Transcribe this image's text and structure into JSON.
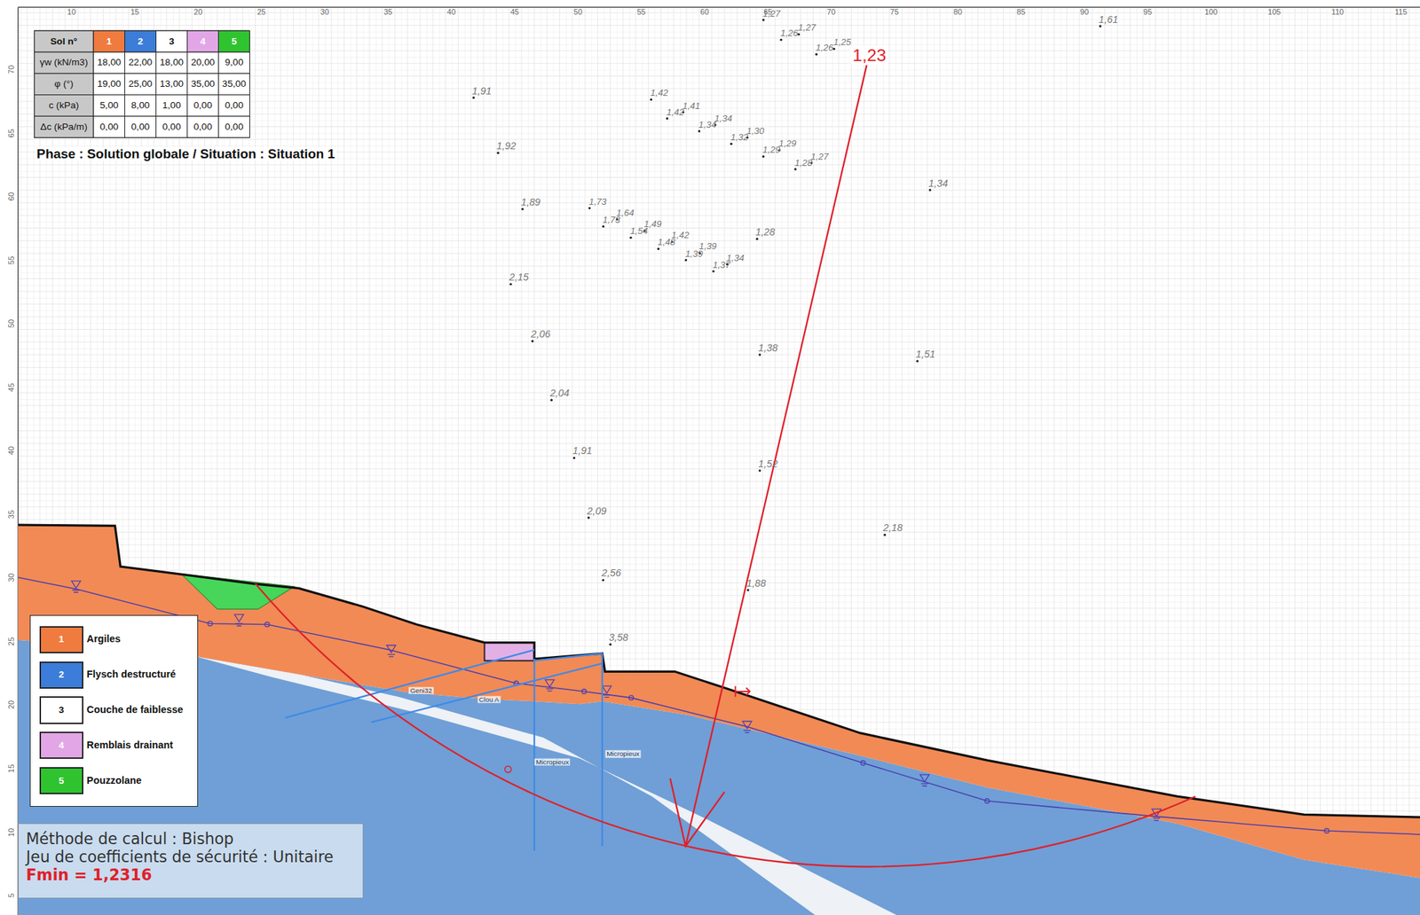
{
  "diagram": {
    "nodes": [
      {
        "text": [
          "Méthode de calcul : Bishop",
          "Jeu de coefficients de sécurité : Unitaire",
          "Fmin = 1,2316"
        ]
      }
    ],
    "labels": [
      "Phase : Solution globale / Situation : Situation 1",
      "Sol n°",
      "1",
      "2",
      "3",
      "4",
      "5",
      "γw (kN/m3)",
      "18,00",
      "22,00",
      "18,00",
      "20,00",
      "9,00",
      "φ (°)",
      "19,00",
      "25,00",
      "13,00",
      "35,00",
      "35,00",
      "c (kPa)",
      "5,00",
      "8,00",
      "1,00",
      "0,00",
      "0,00",
      "Δc (kPa/m)",
      "0,00",
      "0,00",
      "0,00",
      "0,00",
      "0,00",
      "10",
      "15",
      "20",
      "25",
      "30",
      "35",
      "40",
      "45",
      "50",
      "55",
      "60",
      "65",
      "70",
      "75",
      "80",
      "85",
      "90",
      "95",
      "100",
      "105",
      "110",
      "115",
      "70",
      "65",
      "60",
      "55",
      "50",
      "45",
      "40",
      "35",
      "30",
      "25",
      "20",
      "15",
      "10",
      "5",
      "1,91",
      "1,92",
      "1,89",
      "2,15",
      "2,06",
      "2,04",
      "1,91",
      "2,09",
      "2,56",
      "3,58",
      "1,28",
      "1,38",
      "1,52",
      "1,88",
      "2,18",
      "1,51",
      "1,34",
      "1,61",
      "1,42",
      "1,42",
      "1,41",
      "1,34",
      "1,34",
      "1,32",
      "1,30",
      "1,29",
      "1,29",
      "1,28",
      "1,27",
      "1,73",
      "1,73",
      "1,64",
      "1,54",
      "1,49",
      "1,48",
      "1,42",
      "1,39",
      "1,39",
      "1,37",
      "1,34",
      "1,27",
      "1,26",
      "1,27",
      "1,26",
      "1,25",
      "1,23",
      "Geni32",
      "Clou A",
      "Micropieux",
      "Micropieux",
      "1",
      "2",
      "3",
      "4",
      "5"
    ],
    "legend": [
      {
        "text": "Argiles",
        "color": "#f07b3f"
      },
      {
        "text": "Flysch destructuré",
        "color": "#3b7dd8"
      },
      {
        "text": "Couche de faiblesse",
        "color": "#ffffff"
      },
      {
        "text": "Remblais drainant",
        "color": "#e2a6e6"
      },
      {
        "text": "Pouzzolane",
        "color": "#2fc42f"
      }
    ]
  }
}
